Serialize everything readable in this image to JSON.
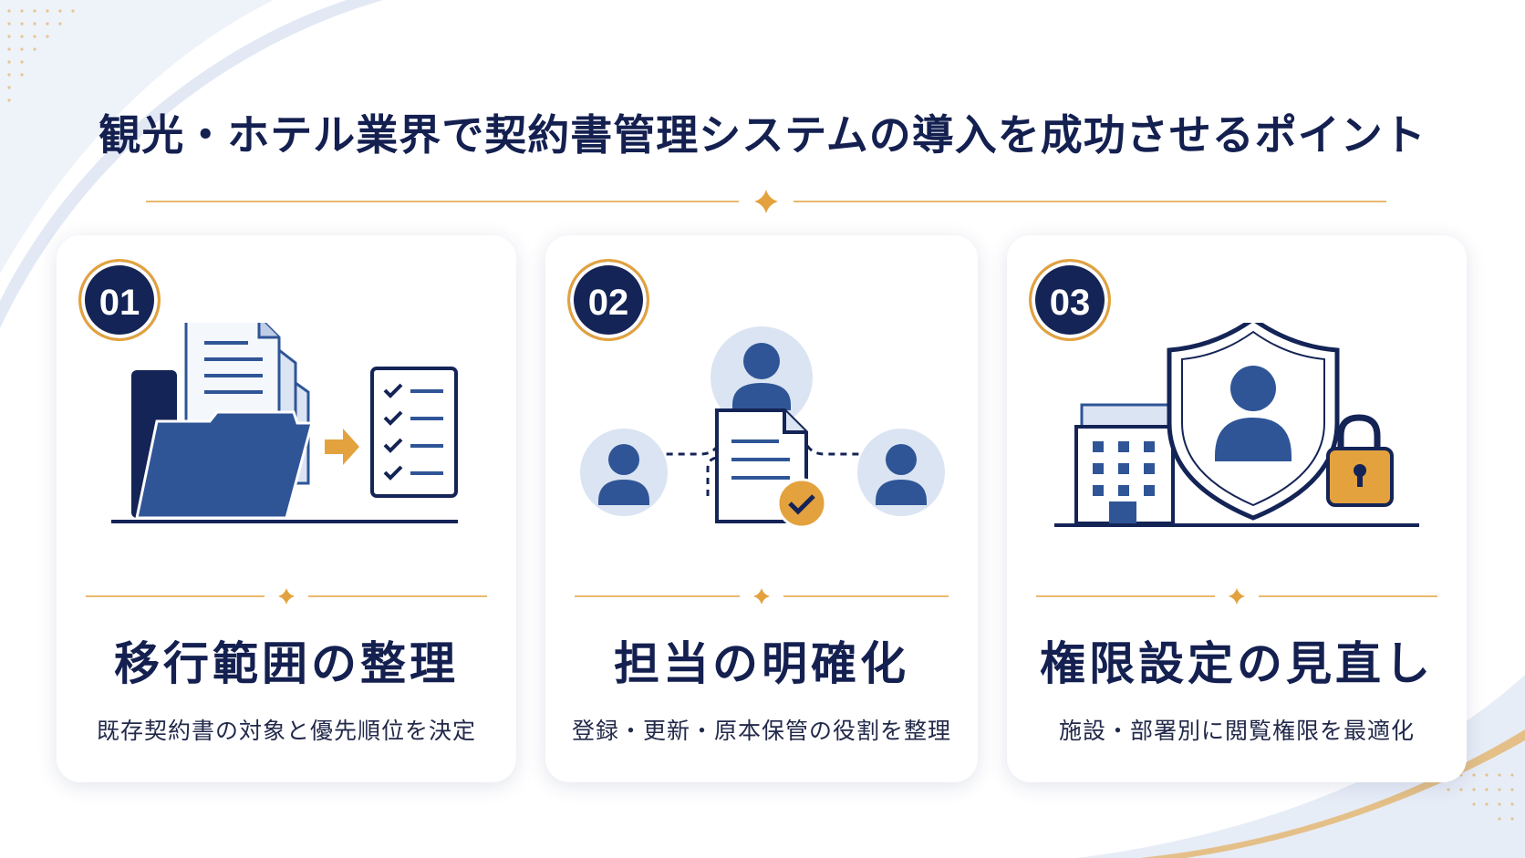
{
  "page": {
    "title": "観光・ホテル業界で契約書管理システムの導入を成功させるポイント"
  },
  "colors": {
    "navy": "#142456",
    "blue": "#2f5597",
    "gold": "#e3a23e",
    "light_blue": "#dbe4f2"
  },
  "cards": [
    {
      "number": "01",
      "heading": "移行範囲の整理",
      "description": "既存契約書の対象と優先順位を決定",
      "icons": [
        "folder-icon",
        "document-icon",
        "arrow-right-icon",
        "checklist-icon"
      ]
    },
    {
      "number": "02",
      "heading": "担当の明確化",
      "description": "登録・更新・原本保管の役割を整理",
      "icons": [
        "user-icon",
        "document-icon",
        "check-icon"
      ]
    },
    {
      "number": "03",
      "heading": "権限設定の見直し",
      "description": "施設・部署別に閲覧権限を最適化",
      "icons": [
        "building-icon",
        "shield-user-icon",
        "padlock-icon"
      ]
    }
  ]
}
